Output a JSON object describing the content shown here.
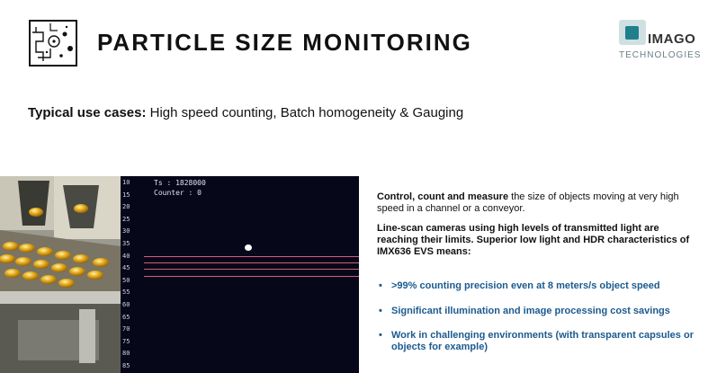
{
  "header": {
    "title": "PARTICLE SIZE MONITORING",
    "logo_name": "IMAGO",
    "logo_sub": "TECHNOLOGIES",
    "icon": "particle-diagram-icon"
  },
  "use_cases": {
    "label": "Typical use cases:",
    "text": " High speed counting, Batch homogeneity & Gauging"
  },
  "scope": {
    "ts": "Ts : 1828000",
    "counter": "Counter : 0",
    "ticks": [
      "10",
      "15",
      "20",
      "25",
      "30",
      "35",
      "40",
      "45",
      "50",
      "55",
      "60",
      "65",
      "70",
      "75",
      "80",
      "85"
    ]
  },
  "description": {
    "p1_bold": "Control, count and measure",
    "p1_rest": " the size of objects moving at very high speed in a channel or a conveyor.",
    "p2": "Line-scan cameras using high levels of transmitted light are reaching their limits. Superior low light and HDR characteristics of IMX636 EVS means:"
  },
  "bullets": [
    {
      "symbol": "•",
      "text": ">99% counting precision even at 8 meters/s object speed"
    },
    {
      "symbol": "•",
      "text": "Significant illumination and image processing cost savings"
    },
    {
      "symbol": "•",
      "text": "Work in challenging environments (with transparent capsules or objects for example)"
    }
  ]
}
